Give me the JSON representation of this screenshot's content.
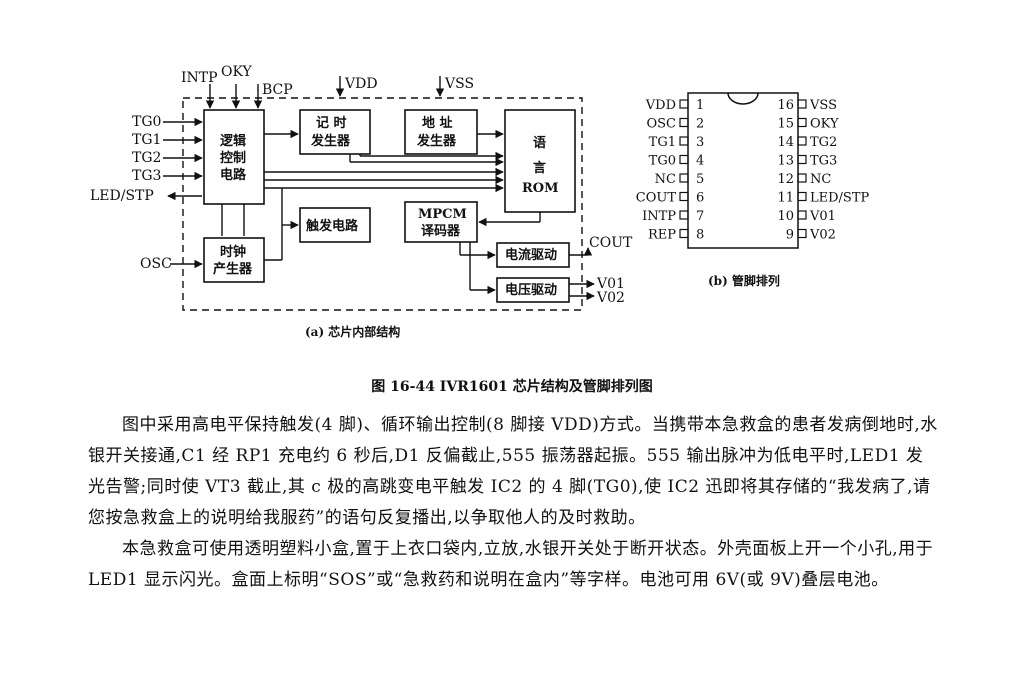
{
  "figure": {
    "title": "图 16-44 IVR1601 芯片结构及管脚排列图",
    "caption_a": "(a) 芯片内部结构",
    "caption_b": "(b) 管脚排列",
    "top_signals": [
      "INTP",
      "OKY",
      "BCP",
      "VDD",
      "VSS"
    ],
    "left_signals": [
      "TG0",
      "TG1",
      "TG2",
      "TG3",
      "LED/STP",
      "OSC"
    ],
    "right_signals": [
      "COUT",
      "V01",
      "V02"
    ],
    "blocks": {
      "logic": [
        "逻辑",
        "控制",
        "电路"
      ],
      "timer": [
        "记 时",
        "发生器"
      ],
      "address": [
        "地 址",
        "发生器"
      ],
      "rom": [
        "语",
        "言",
        "ROM"
      ],
      "trigger": "触发电路",
      "mpcm": [
        "MPCM",
        "译码器"
      ],
      "clock": [
        "时钟",
        "产生器"
      ],
      "current_drive": "电流驱动",
      "voltage_drive": "电压驱动"
    },
    "pins_left": [
      {
        "name": "VDD",
        "num": "1"
      },
      {
        "name": "OSC",
        "num": "2"
      },
      {
        "name": "TG1",
        "num": "3"
      },
      {
        "name": "TG0",
        "num": "4"
      },
      {
        "name": "NC",
        "num": "5"
      },
      {
        "name": "COUT",
        "num": "6"
      },
      {
        "name": "INTP",
        "num": "7"
      },
      {
        "name": "REP",
        "num": "8"
      }
    ],
    "pins_right": [
      {
        "name": "VSS",
        "num": "16"
      },
      {
        "name": "OKY",
        "num": "15"
      },
      {
        "name": "TG2",
        "num": "14"
      },
      {
        "name": "TG3",
        "num": "13"
      },
      {
        "name": "NC",
        "num": "12"
      },
      {
        "name": "LED/STP",
        "num": "11"
      },
      {
        "name": "V01",
        "num": "10"
      },
      {
        "name": "V02",
        "num": "9"
      }
    ]
  },
  "body": {
    "para1": "图中采用高电平保持触发(4 脚)、循环输出控制(8 脚接 VDD)方式。当携带本急救盒的患者发病倒地时,水银开关接通,C1 经 RP1 充电约 6 秒后,D1 反偏截止,555 振荡器起振。555 输出脉冲为低电平时,LED1 发光告警;同时使 VT3 截止,其 c 极的高跳变电平触发 IC2 的 4 脚(TG0),使 IC2 迅即将其存储的“我发病了,请您按急救盒上的说明给我服药”的语句反复播出,以争取他人的及时救助。",
    "para2": "本急救盒可使用透明塑料小盒,置于上衣口袋内,立放,水银开关处于断开状态。外壳面板上开一个小孔,用于 LED1 显示闪光。盒面上标明“SOS”或“急救药和说明在盒内”等字样。电池可用 6V(或 9V)叠层电池。"
  }
}
